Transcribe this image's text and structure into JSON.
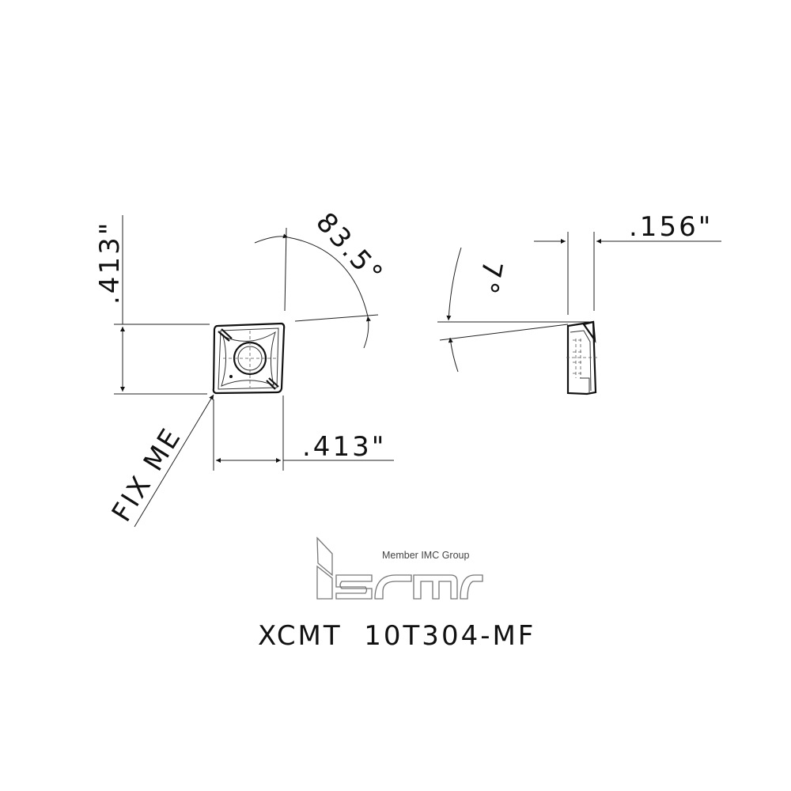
{
  "drawing": {
    "part_number": "XCMT  10T304-MF",
    "callout_label": "FIX ME",
    "dimensions": {
      "height": ".413\"",
      "width": ".413\"",
      "thickness": ".156\"",
      "corner_angle": "83.5°",
      "clearance_angle": "7°"
    },
    "views": [
      "top-view",
      "side-view"
    ]
  },
  "logo": {
    "brand": "iscar",
    "tagline": "Member IMC Group"
  },
  "colors": {
    "line": "#111111",
    "logo_outline": "#777777",
    "background": "#ffffff"
  }
}
